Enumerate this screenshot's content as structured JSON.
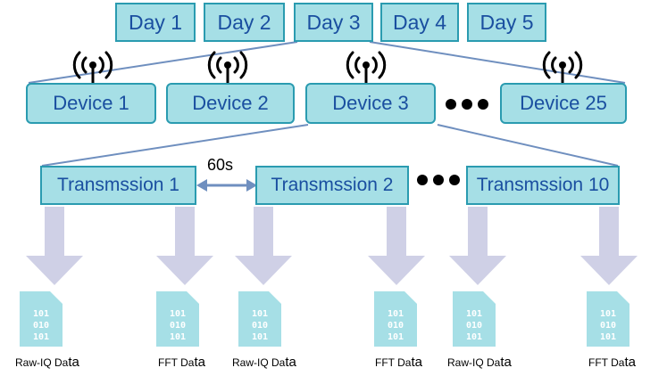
{
  "days": [
    "Day 1",
    "Day 2",
    "Day 3",
    "Day 4",
    "Day 5"
  ],
  "devices": [
    "Device 1",
    "Device 2",
    "Device 3",
    "Device 25"
  ],
  "transmissions": [
    "Transmssion 1",
    "Transmssion 2",
    "Transmssion 10"
  ],
  "interval_label": "60s",
  "file_icon_text": "101\n010\n101",
  "files": [
    {
      "label_main": "Raw-IQ Da",
      "label_end": "ta"
    },
    {
      "label_main": "FFT Da",
      "label_end": "ta"
    },
    {
      "label_main": "Raw-IQ Da",
      "label_end": "ta"
    },
    {
      "label_main": "FFT Da",
      "label_end": "ta"
    },
    {
      "label_main": "Raw-IQ Da",
      "label_end": "ta"
    },
    {
      "label_main": "FFT Da",
      "label_end": "ta"
    }
  ],
  "colors": {
    "box_fill": "#a6dfe6",
    "box_border": "#2a9bb0",
    "box_text": "#1a4fa0",
    "connector": "#6f8fbf",
    "arrow_fill": "#cfd0e6",
    "file_fill": "#a6dfe6"
  },
  "icons": {
    "antenna": "wireless-antenna-icon",
    "file": "binary-file-icon",
    "arrow": "down-arrow-icon",
    "interval": "double-arrow-icon"
  }
}
